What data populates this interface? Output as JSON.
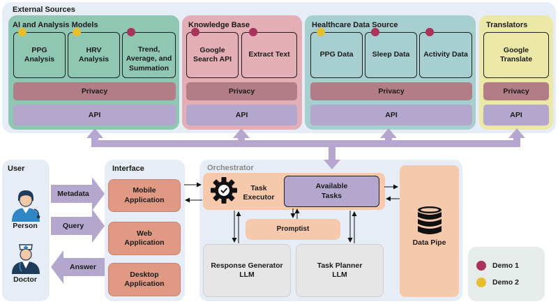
{
  "external_sources": {
    "title": "External Sources",
    "ai_models": {
      "title": "AI and Analysis Models",
      "items": [
        "PPG Analysis",
        "HRV Analysis",
        "Trend, Average, and Summation"
      ],
      "privacy": "Privacy",
      "api": "API"
    },
    "knowledge_base": {
      "title": "Knowledge Base",
      "items": [
        "Google Search API",
        "Extract Text"
      ],
      "privacy": "Privacy",
      "api": "API"
    },
    "healthcare": {
      "title": "Healthcare Data Source",
      "items": [
        "PPG Data",
        "Sleep Data",
        "Activity Data"
      ],
      "privacy": "Privacy",
      "api": "API"
    },
    "translators": {
      "title": "Translators",
      "items": [
        "Google Translate"
      ],
      "privacy": "Privacy",
      "api": "API"
    }
  },
  "user": {
    "title": "User",
    "person": "Person",
    "doctor": "Doctor",
    "arrows": [
      "Metadata",
      "Query",
      "Answer"
    ]
  },
  "interface": {
    "title": "Interface",
    "apps": [
      "Mobile Application",
      "Web Application",
      "Desktop Application"
    ]
  },
  "orchestrator": {
    "title": "Orchestrator",
    "task_executor": "Task Executor",
    "available_tasks": "Available Tasks",
    "promptist": "Promptist",
    "response_generator": "Response Generator LLM",
    "task_planner": "Task Planner LLM",
    "data_pipe": "Data Pipe"
  },
  "legend": {
    "demo1": "Demo 1",
    "demo2": "Demo 2"
  },
  "colors": {
    "demo1": "#a8345a",
    "demo2": "#e4bf2e",
    "ai_panel": "#8fc7b3",
    "kb_panel": "#e3aeb6",
    "health_panel": "#a8cfcf",
    "translator_panel": "#ece9a8",
    "connector": "#b7a6cf"
  }
}
